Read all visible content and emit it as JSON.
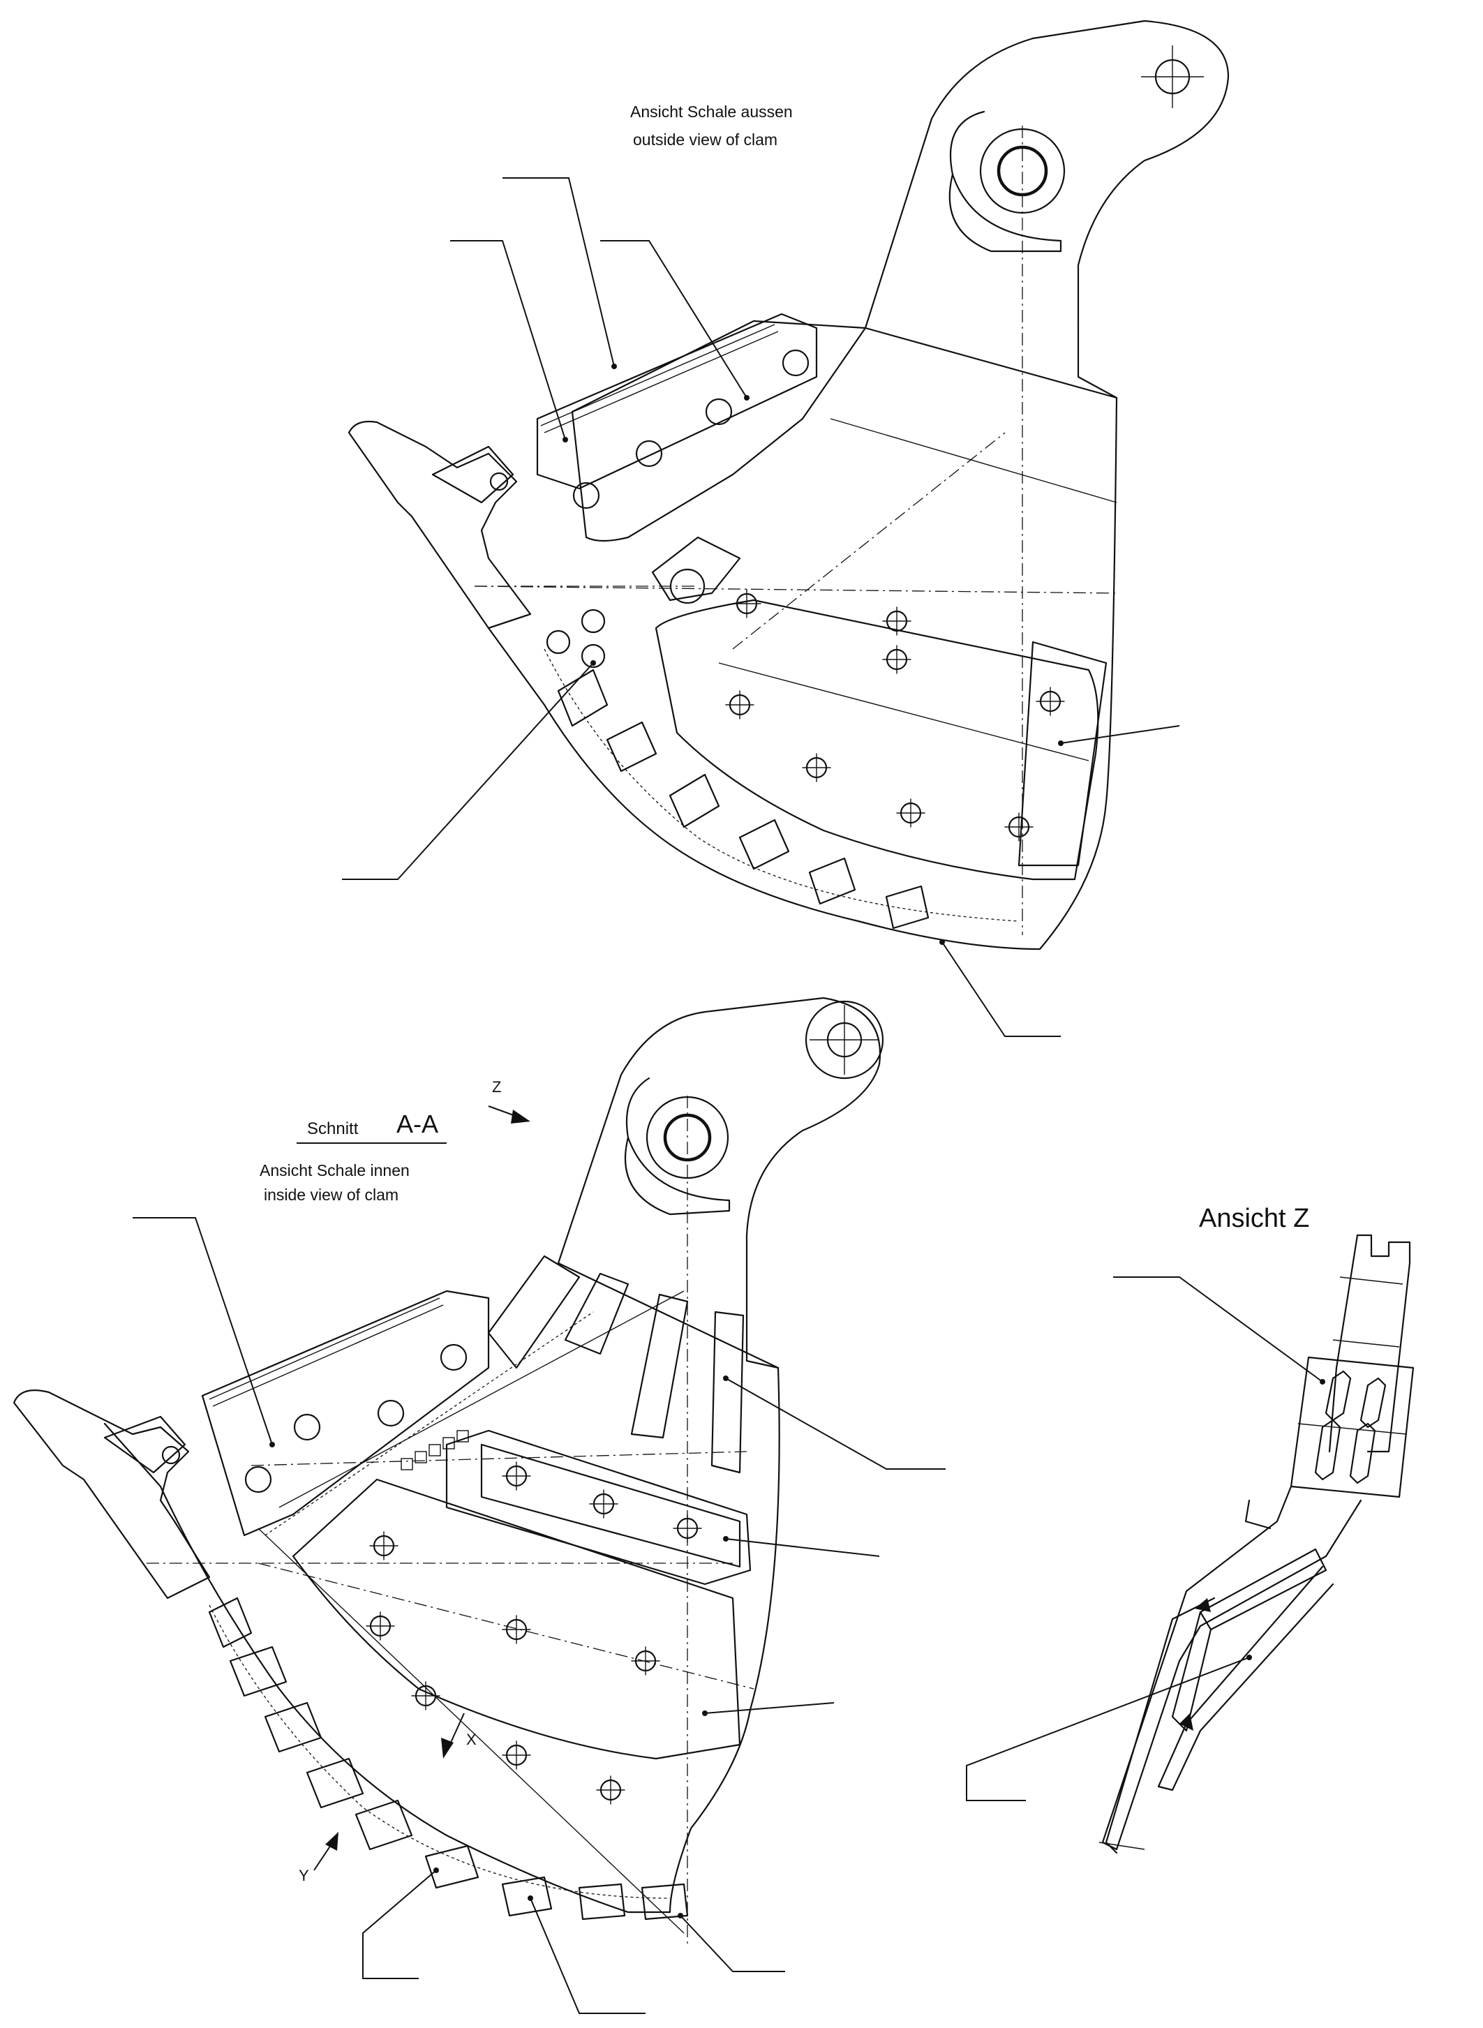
{
  "labels": {
    "top_view_de": "Ansicht Schale aussen",
    "top_view_en": "outside view of clam",
    "section_word": "Schnitt",
    "section_id": "A-A",
    "inner_view_de": "Ansicht Schale innen",
    "inner_view_en": "inside view of clam",
    "view_z_title": "Ansicht Z",
    "arrow_z": "Z",
    "arrow_x": "X",
    "arrow_y": "Y"
  }
}
